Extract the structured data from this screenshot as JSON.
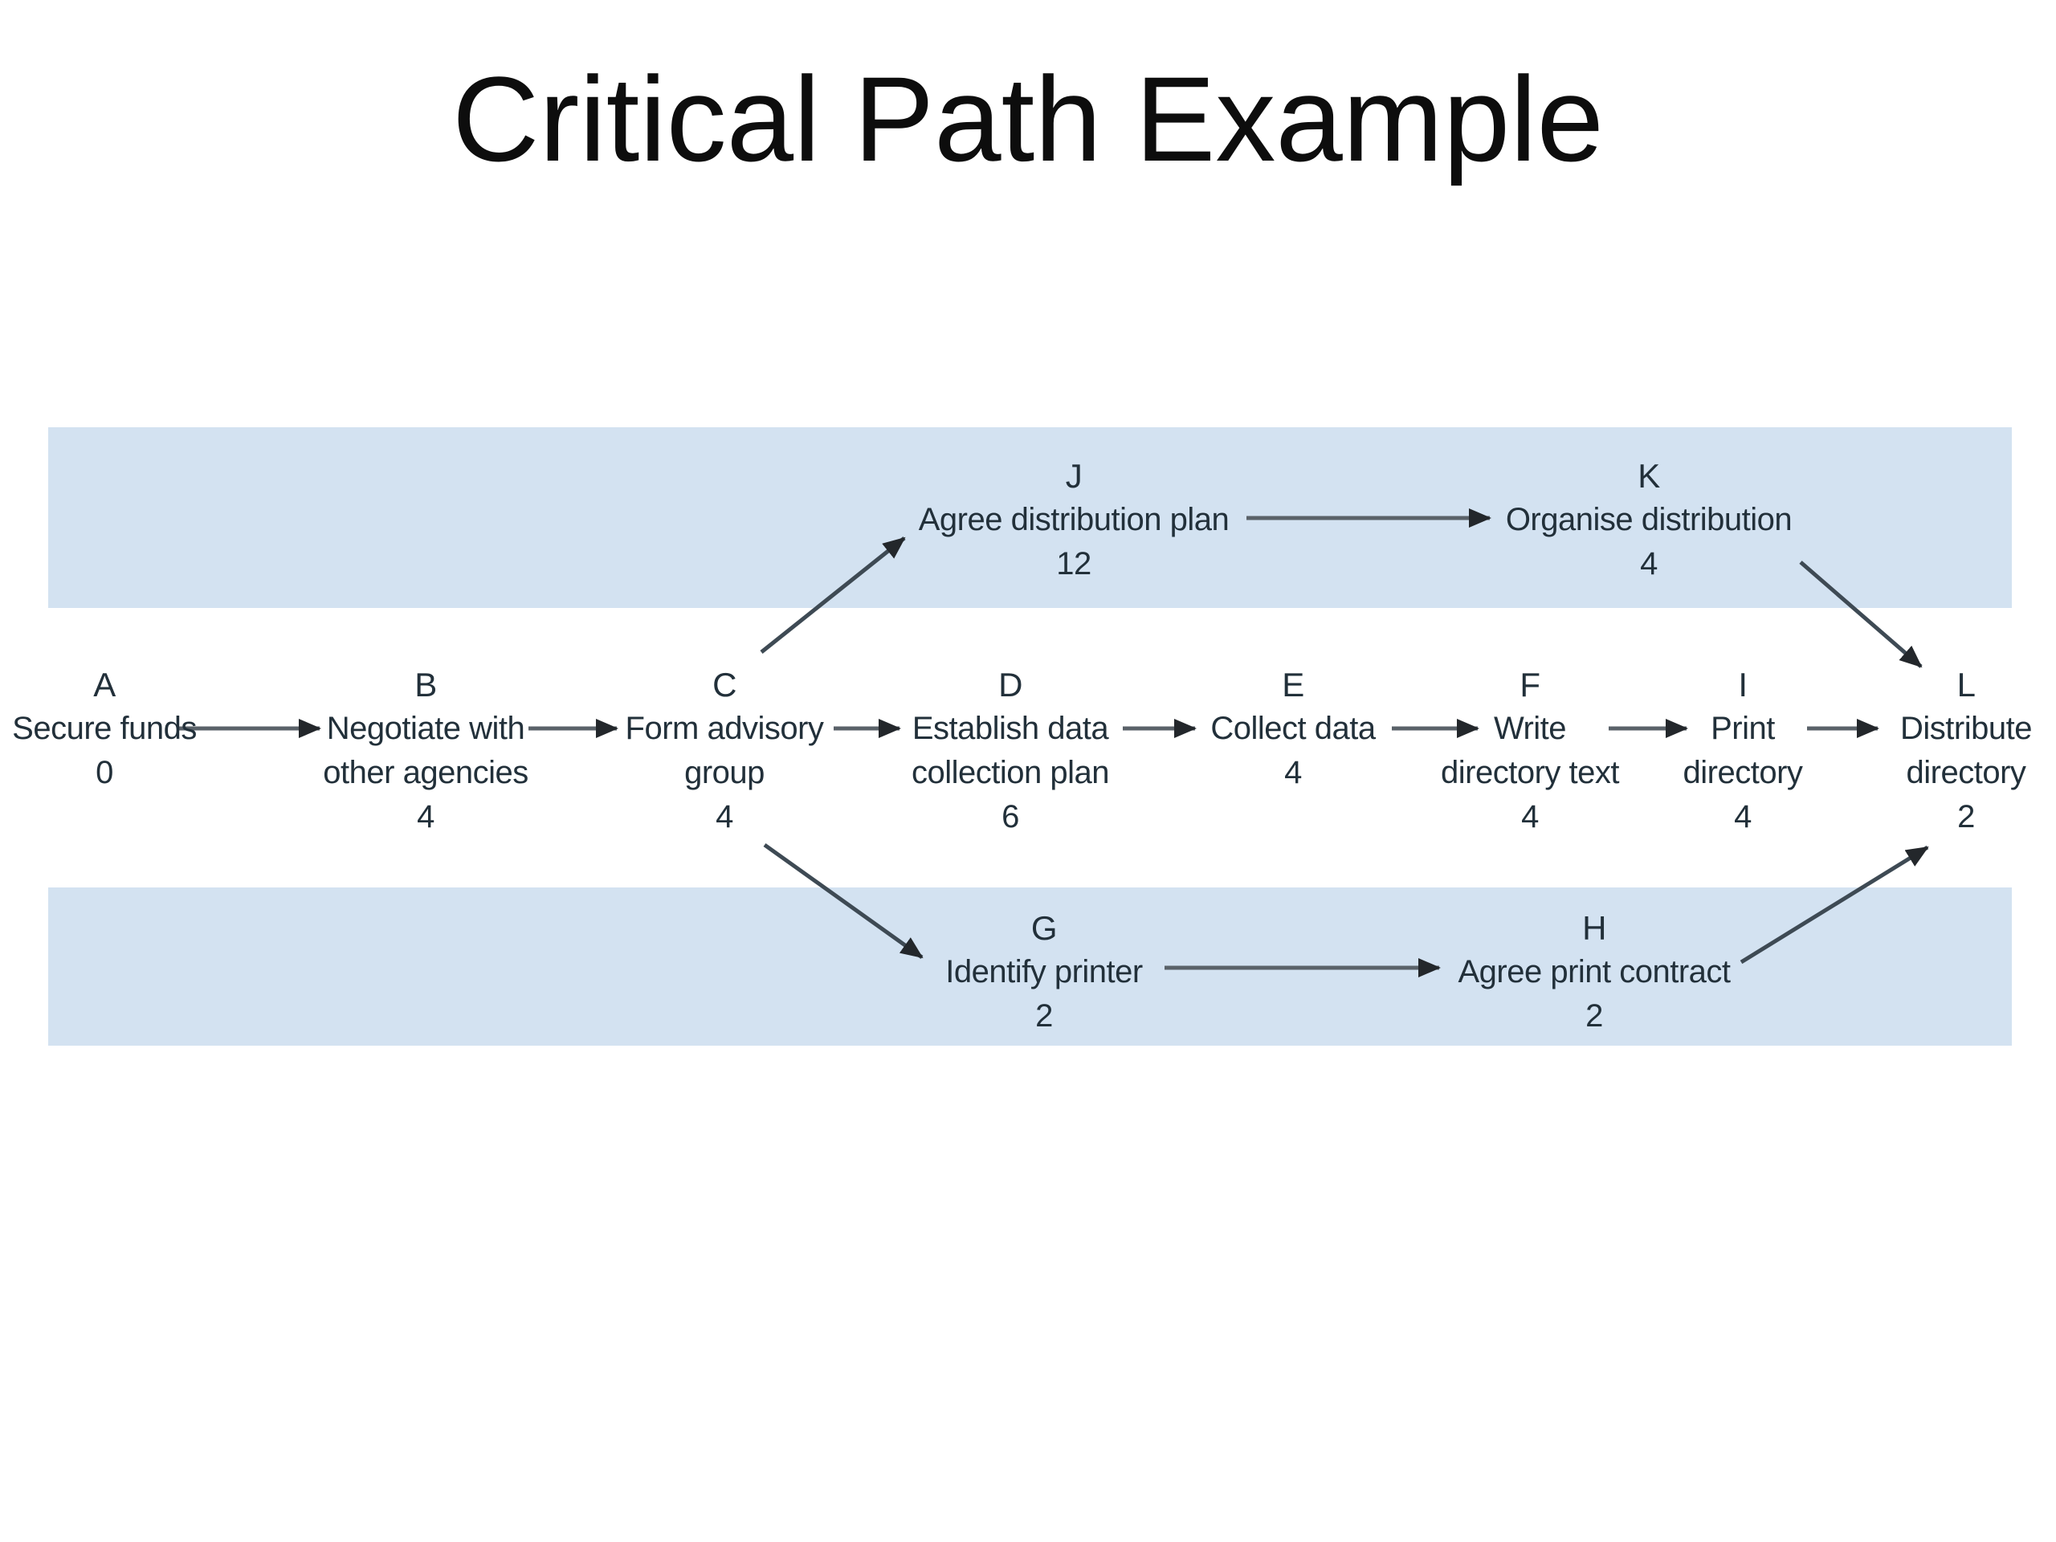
{
  "slide": {
    "title": "Critical Path Example"
  },
  "diagram": {
    "description": "Activity-on-node critical path network with three horizontal bands",
    "colors": {
      "band_blue": "#d3e2f1",
      "background": "#ffffff",
      "text": "#22303a",
      "arrow": "#4c565e",
      "title": "#0d0d0d"
    },
    "nodes": [
      {
        "id": "A",
        "lines": [
          "Secure funds"
        ],
        "duration": "0"
      },
      {
        "id": "B",
        "lines": [
          "Negotiate with",
          "other agencies"
        ],
        "duration": "4"
      },
      {
        "id": "C",
        "lines": [
          "Form advisory",
          "group"
        ],
        "duration": "4"
      },
      {
        "id": "D",
        "lines": [
          "Establish data",
          "collection plan"
        ],
        "duration": "6"
      },
      {
        "id": "E",
        "lines": [
          "Collect data"
        ],
        "duration": "4"
      },
      {
        "id": "F",
        "lines": [
          "Write",
          "directory text"
        ],
        "duration": "4"
      },
      {
        "id": "I",
        "lines": [
          "Print",
          "directory"
        ],
        "duration": "4"
      },
      {
        "id": "L",
        "lines": [
          "Distribute",
          "directory"
        ],
        "duration": "2"
      },
      {
        "id": "J",
        "lines": [
          "Agree distribution plan"
        ],
        "duration": "12"
      },
      {
        "id": "K",
        "lines": [
          "Organise distribution"
        ],
        "duration": "4"
      },
      {
        "id": "G",
        "lines": [
          "Identify printer"
        ],
        "duration": "2"
      },
      {
        "id": "H",
        "lines": [
          "Agree print contract"
        ],
        "duration": "2"
      }
    ],
    "edges": [
      {
        "from": "A",
        "to": "B"
      },
      {
        "from": "B",
        "to": "C"
      },
      {
        "from": "C",
        "to": "D"
      },
      {
        "from": "C",
        "to": "J"
      },
      {
        "from": "C",
        "to": "G"
      },
      {
        "from": "D",
        "to": "E"
      },
      {
        "from": "E",
        "to": "F"
      },
      {
        "from": "F",
        "to": "I"
      },
      {
        "from": "I",
        "to": "L"
      },
      {
        "from": "J",
        "to": "K"
      },
      {
        "from": "K",
        "to": "L"
      },
      {
        "from": "G",
        "to": "H"
      },
      {
        "from": "H",
        "to": "L"
      }
    ]
  }
}
